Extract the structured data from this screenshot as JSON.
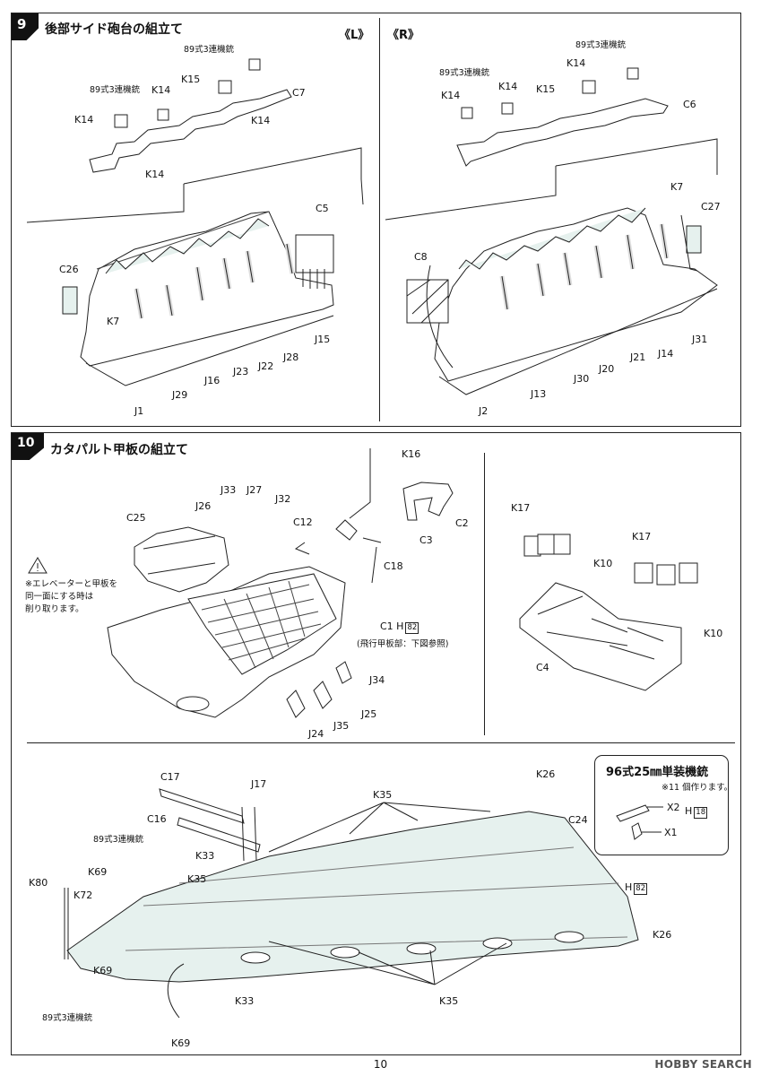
{
  "step9": {
    "number": "9",
    "title": "後部サイド砲台の組立て",
    "left_tag": "《L》",
    "right_tag": "《R》",
    "left_labels": {
      "gun1": "89式3連機銃",
      "gun2": "89式3連機銃",
      "k14a": "K14",
      "k14b": "K14",
      "k14c": "K14",
      "k14d": "K14",
      "k15": "K15",
      "c7": "C7",
      "c5": "C5",
      "c26": "C26",
      "k7": "K7",
      "j1": "J1",
      "j29": "J29",
      "j16": "J16",
      "j23": "J23",
      "j22": "J22",
      "j28": "J28",
      "j15": "J15"
    },
    "right_labels": {
      "gun1": "89式3連機銃",
      "gun2": "89式3連機銃",
      "k14a": "K14",
      "k14b": "K14",
      "k14c": "K14",
      "k15": "K15",
      "c6": "C6",
      "k7": "K7",
      "c27": "C27",
      "c8": "C8",
      "j2": "J2",
      "j13": "J13",
      "j30": "J30",
      "j20": "J20",
      "j21": "J21",
      "j14": "J14",
      "j31": "J31"
    }
  },
  "step10": {
    "number": "10",
    "title": "カタパルト甲板の組立て",
    "note": "※エレベーターと甲板を\n同一面にする時は\n削り取ります。",
    "c1_code": "C1",
    "h82": "82",
    "hangar_note": "(飛行甲板部：下図参照)",
    "labels": {
      "c25": "C25",
      "j26": "J26",
      "j33": "J33",
      "j27": "J27",
      "j32": "J32",
      "c12": "C12",
      "c18": "C18",
      "j34": "J34",
      "j25": "J25",
      "j35": "J35",
      "j24": "J24",
      "k16": "K16",
      "c2": "C2",
      "c3": "C3",
      "k17a": "K17",
      "k17b": "K17",
      "k10a": "K10",
      "k10b": "K10",
      "c4": "C4"
    },
    "deck_labels": {
      "c17": "C17",
      "j17": "J17",
      "c16": "C16",
      "k35a": "K35",
      "k35b": "K35",
      "k35c": "K35",
      "k26a": "K26",
      "k26b": "K26",
      "c24": "C24",
      "h82b": "82",
      "gun89a": "89式3連機銃",
      "gun89b": "89式3連機銃",
      "k33a": "K33",
      "k33b": "K33",
      "k69a": "K69",
      "k69b": "K69",
      "k69c": "K69",
      "k80": "K80",
      "k72": "K72"
    },
    "inset": {
      "title": "96式25㎜単装機銃",
      "note": "※11 個作ります。",
      "x2": "X2",
      "h18": "18",
      "x1": "X1"
    }
  },
  "footer": {
    "page_number": "10",
    "watermark": "HOBBY SEARCH"
  }
}
